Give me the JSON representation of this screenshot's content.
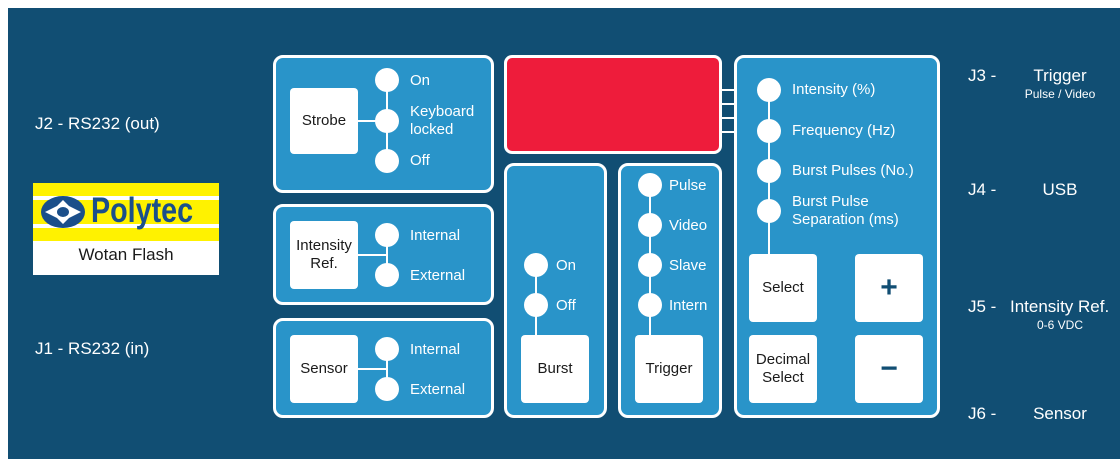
{
  "connectors_left": {
    "j2": "J2 - RS232 (out)",
    "j1": "J1 - RS232 (in)"
  },
  "logo": {
    "brand": "Polytec",
    "product": "Wotan Flash"
  },
  "strobe": {
    "button": "Strobe",
    "options": [
      "On",
      "Keyboard\nlocked",
      "Off"
    ]
  },
  "intensity_ref": {
    "button": "Intensity\nRef.",
    "options": [
      "Internal",
      "External"
    ]
  },
  "sensor": {
    "button": "Sensor",
    "options": [
      "Internal",
      "External"
    ]
  },
  "burst": {
    "button": "Burst",
    "options": [
      "On",
      "Off"
    ]
  },
  "trigger": {
    "button": "Trigger",
    "options": [
      "Pulse",
      "Video",
      "Slave",
      "Intern"
    ]
  },
  "params": {
    "options": [
      "Intensity (%)",
      "Frequency (Hz)",
      "Burst Pulses (No.)",
      "Burst Pulse\nSeparation (ms)"
    ],
    "select": "Select",
    "decimal_select": "Decimal\nSelect",
    "plus": "+",
    "minus": "−"
  },
  "connectors_right": {
    "j3": "J3 -",
    "j3_label": "Trigger",
    "j3_sub": "Pulse / Video",
    "j4": "J4 -",
    "j4_label": "USB",
    "j5": "J5 -",
    "j5_label": "Intensity Ref.",
    "j5_sub": "0-6 VDC",
    "j6": "J6 -",
    "j6_label": "Sensor"
  },
  "colors": {
    "background": "#114e73",
    "panel": "#2994c9",
    "display": "#ee1c3b",
    "logo_yellow": "#fff200",
    "logo_blue": "#1b4f8a"
  }
}
